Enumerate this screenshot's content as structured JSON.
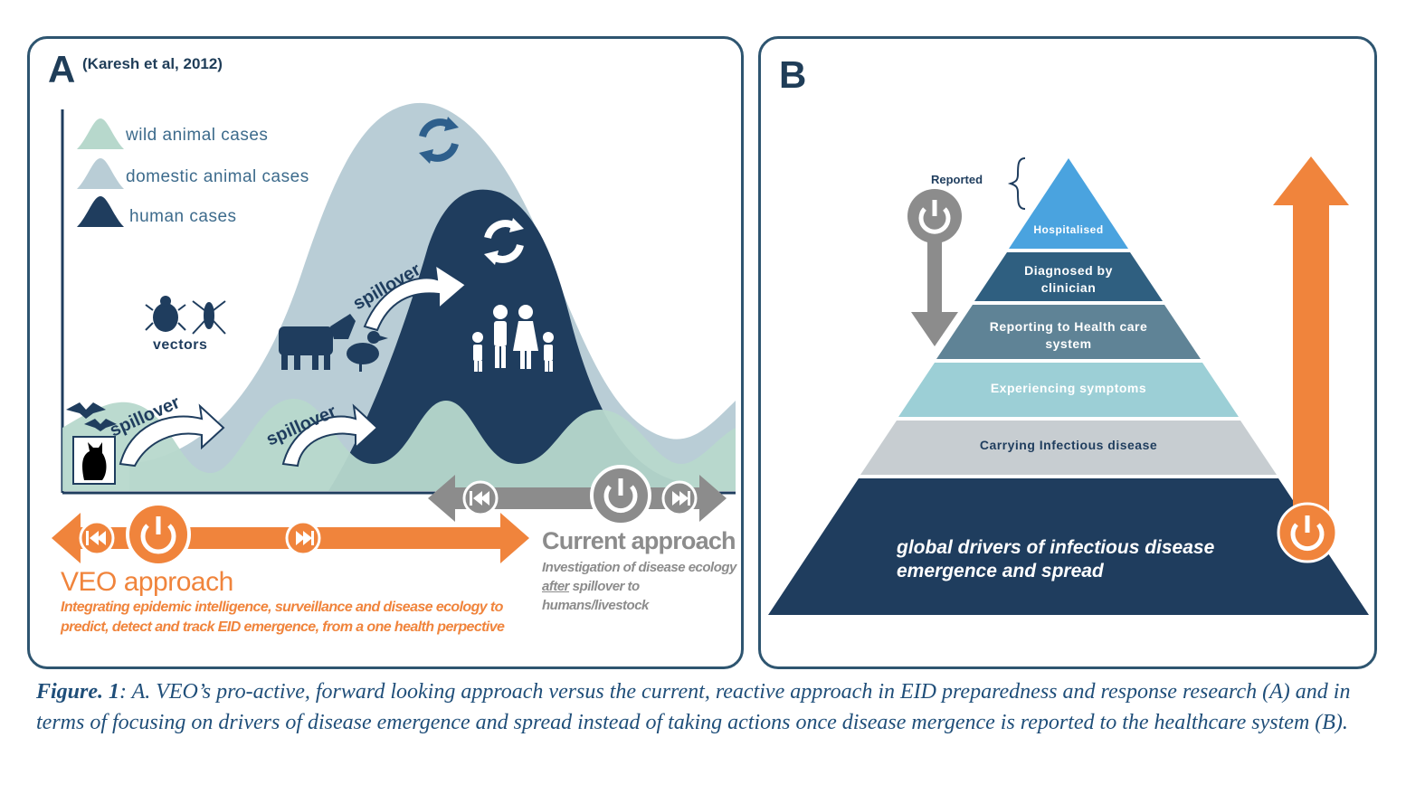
{
  "panelA": {
    "letter": "A",
    "citation": "(Karesh et al, 2012)",
    "legend": [
      {
        "label": "wild animal cases",
        "color": "#b7d8cc"
      },
      {
        "label": "domestic animal cases",
        "color": "#b9cdd6"
      },
      {
        "label": "human cases",
        "color": "#1f3d5e"
      }
    ],
    "vectors_label": "vectors",
    "spillover_labels": [
      "spillover",
      "spillover",
      "spillover"
    ],
    "veo": {
      "title": "VEO approach",
      "description": "Integrating epidemic intelligence, surveillance and disease ecology to predict, detect and track EID emergence, from a one health perpective",
      "color": "#f0843c"
    },
    "current": {
      "title": "Current approach",
      "description_before": "Investigation of disease ecology ",
      "description_emph": "after",
      "description_after": " spillover to humans/livestock",
      "color": "#8c8c8c"
    }
  },
  "panelB": {
    "letter": "B",
    "reported_label": "Reported",
    "pyramid": [
      {
        "label": "Hospitalised",
        "color": "#4aa3df"
      },
      {
        "label": "Diagnosed by clinician",
        "color": "#2f5f80"
      },
      {
        "label": "Reporting to Health care system",
        "color": "#5f8396"
      },
      {
        "label": "Experiencing symptoms",
        "color": "#9ccfd6"
      },
      {
        "label": "Carrying Infectious disease",
        "color": "#c7cdd1"
      },
      {
        "label": "global drivers of infectious disease emergence and spread",
        "color": "#1f3d5e"
      }
    ]
  },
  "caption": {
    "prefix": "Figure. 1",
    "text": ":  A. VEO’s pro-active, forward looking approach versus the current, reactive approach in EID preparedness and response research (A) and in terms of focusing on drivers of disease emergence and spread instead of taking actions once disease mergence is reported to the healthcare system (B)."
  },
  "colors": {
    "border": "#2e5570",
    "orange": "#f0843c",
    "grey": "#8c8c8c",
    "navy": "#1f3d5e"
  }
}
